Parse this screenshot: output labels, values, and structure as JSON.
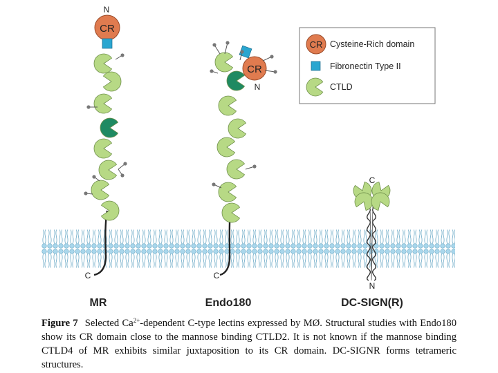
{
  "labels": {
    "n": "N",
    "c": "C",
    "cr": "CR"
  },
  "proteins": [
    {
      "name": "MR"
    },
    {
      "name": "Endo180"
    },
    {
      "name": "DC-SIGN(R)"
    }
  ],
  "legend": [
    {
      "symbol": "CR",
      "text": "Cysteine-Rich domain",
      "icon": "cr-domain-circle"
    },
    {
      "symbol": "",
      "text": "Fibronectin Type II",
      "icon": "fibronectin-square"
    },
    {
      "symbol": "",
      "text": "CTLD",
      "icon": "ctld-pacman"
    }
  ],
  "caption": {
    "figure_label": "Figure 7",
    "part1": "Selected Ca",
    "superscript": "2+",
    "part2": "-dependent C-type lectins expressed by MØ. Structural studies with Endo180 show its CR domain close to the mannose binding CTLD2. It is not known if the mannose binding CTLD4 of MR exhibits similar juxtaposition to its CR domain. DC-SIGNR forms tetrameric structures."
  },
  "colors": {
    "cr_fill": "#e07b4f",
    "fibronectin": "#2aa6d0",
    "ctld_light": "#b7d985",
    "ctld_dark": "#1f8a62",
    "membrane": "#a9d7ec",
    "stalk": "#222222"
  }
}
